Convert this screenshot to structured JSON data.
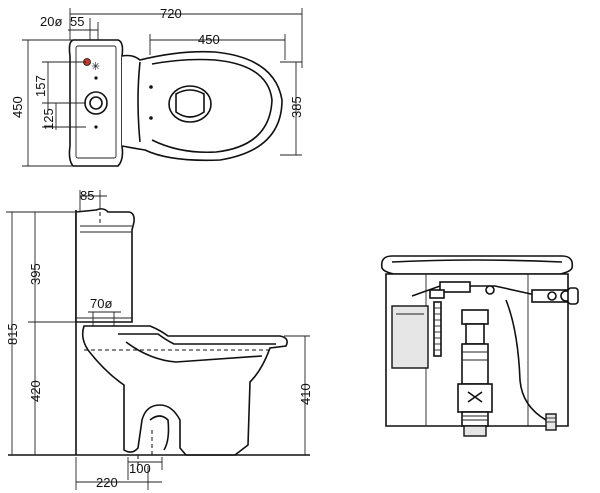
{
  "dimensions": {
    "top_overall_width": "720",
    "top_bowl_length": "450",
    "top_hole_diameter": "20ø",
    "top_hole_offset": "55",
    "top_overall_depth": "450",
    "top_upper_offset": "157",
    "top_lower_offset": "125",
    "top_bowl_depth": "385",
    "side_cistern_width": "85",
    "side_cistern_height": "395",
    "side_total_height": "815",
    "side_outlet_diameter": "70ø",
    "side_pan_height": "420",
    "side_rim_height": "410",
    "side_waste_offset": "220",
    "side_waste_width": "100"
  },
  "colors": {
    "line": "#111111",
    "accent_hole": "#c0392b",
    "shading": "#e6e6e6"
  }
}
